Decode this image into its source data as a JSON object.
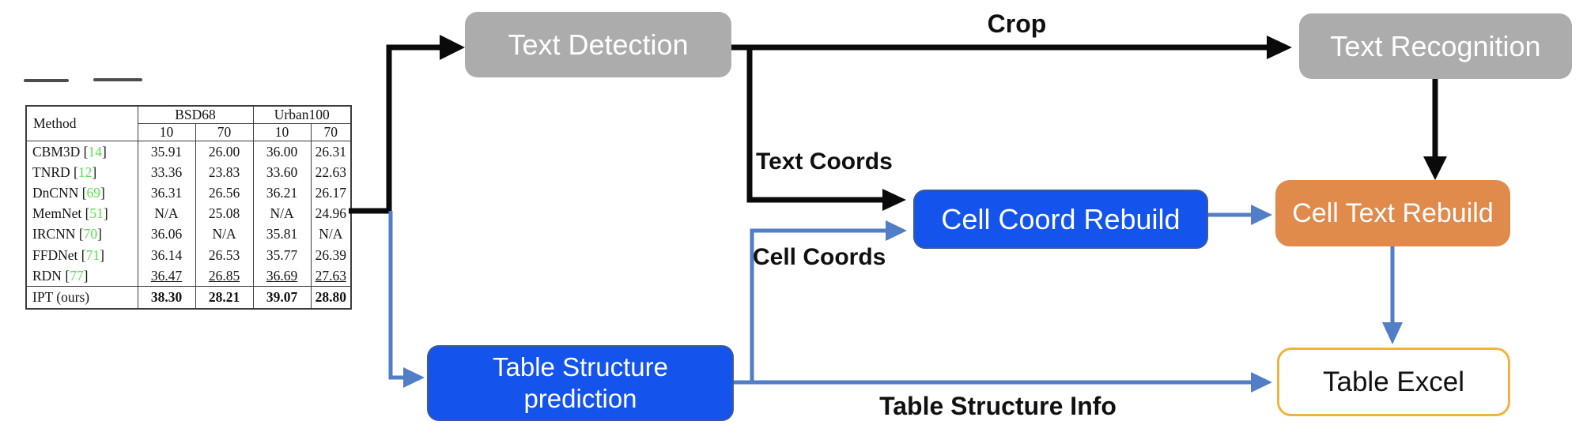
{
  "figure": {
    "boxes": {
      "text_detection": {
        "label": "Text Detection"
      },
      "text_recognition": {
        "label": "Text Recognition"
      },
      "cell_coord_rebuild": {
        "label": "Cell Coord Rebuild"
      },
      "cell_text_rebuild": {
        "label": "Cell Text Rebuild"
      },
      "table_structure_prediction": {
        "label": "Table Structure prediction"
      },
      "table_excel": {
        "label": "Table Excel"
      }
    },
    "edge_labels": {
      "crop": "Crop",
      "text_coords": "Text Coords",
      "cell_coords": "Cell Coords",
      "table_structure_info": "Table Structure Info"
    },
    "colors": {
      "node_gray": "#acacac",
      "node_blue": "#1453ec",
      "node_blue_border": "#3c5a99",
      "node_orange": "#e08a4c",
      "excel_border": "#f2b33c",
      "arrow_black": "#0a0a0a",
      "arrow_blue": "#527ec7",
      "citation_green": "#55e04e"
    }
  },
  "table": {
    "citation_color": "#55e04e",
    "header": {
      "method": "Method",
      "groups": [
        {
          "name": "BSD68",
          "cols": [
            "10",
            "70"
          ]
        },
        {
          "name": "Urban100",
          "cols": [
            "10",
            "70"
          ]
        }
      ]
    },
    "rows": [
      {
        "method": "CBM3D",
        "cite": "14",
        "values": [
          "35.91",
          "26.00",
          "36.00",
          "26.31"
        ],
        "style": "normal",
        "separator": false
      },
      {
        "method": "TNRD",
        "cite": "12",
        "values": [
          "33.36",
          "23.83",
          "33.60",
          "22.63"
        ],
        "style": "normal",
        "separator": false
      },
      {
        "method": "DnCNN",
        "cite": "69",
        "values": [
          "36.31",
          "26.56",
          "36.21",
          "26.17"
        ],
        "style": "normal",
        "separator": false
      },
      {
        "method": "MemNet",
        "cite": "51",
        "values": [
          "N/A",
          "25.08",
          "N/A",
          "24.96"
        ],
        "style": "normal",
        "separator": false
      },
      {
        "method": "IRCNN",
        "cite": "70",
        "values": [
          "36.06",
          "N/A",
          "35.81",
          "N/A"
        ],
        "style": "normal",
        "separator": false
      },
      {
        "method": "FFDNet",
        "cite": "71",
        "values": [
          "36.14",
          "26.53",
          "35.77",
          "26.39"
        ],
        "style": "normal",
        "separator": false
      },
      {
        "method": "RDN",
        "cite": "77",
        "values": [
          "36.47",
          "26.85",
          "36.69",
          "27.63"
        ],
        "style": "underline",
        "separator": false
      },
      {
        "method": "IPT (ours)",
        "cite": "",
        "values": [
          "38.30",
          "28.21",
          "39.07",
          "28.80"
        ],
        "style": "bold",
        "separator": true
      }
    ]
  }
}
